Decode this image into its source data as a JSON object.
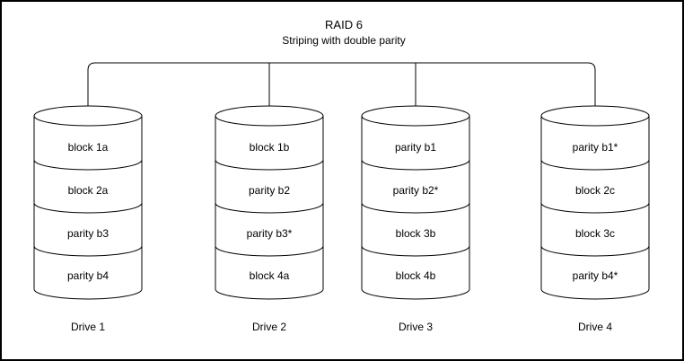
{
  "title": "RAID 6",
  "subtitle": "Striping with double parity",
  "drives": [
    {
      "label": "Drive 1",
      "blocks": [
        "block 1a",
        "block 2a",
        "parity b3",
        "parity b4"
      ]
    },
    {
      "label": "Drive 2",
      "blocks": [
        "block 1b",
        "parity b2",
        "parity b3*",
        "block 4a"
      ]
    },
    {
      "label": "Drive 3",
      "blocks": [
        "parity b1",
        "parity b2*",
        "block 3b",
        "block 4b"
      ]
    },
    {
      "label": "Drive 4",
      "blocks": [
        "parity b1*",
        "block 2c",
        "block 3c",
        "parity b4*"
      ]
    }
  ],
  "colors": {
    "stroke": "#000000",
    "background": "#ffffff"
  }
}
